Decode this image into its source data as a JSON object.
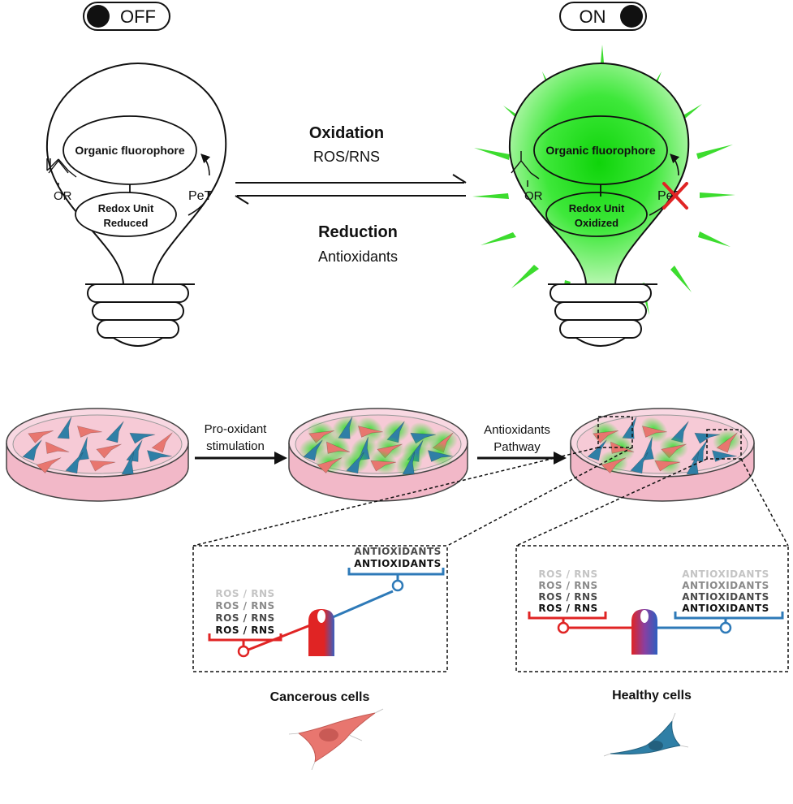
{
  "switches": {
    "off_label": "OFF",
    "on_label": "ON"
  },
  "bulbs": {
    "fluorophore": "Organic fluorophore",
    "ester_group": "OR",
    "pet": "PeT",
    "left_redox_line1": "Redox Unit",
    "left_redox_line2": "Reduced",
    "right_redox_line1": "Redox Unit",
    "right_redox_line2": "Oxidized"
  },
  "reaction": {
    "oxidation_title": "Oxidation",
    "oxidation_agent": "ROS/RNS",
    "reduction_title": "Reduction",
    "reduction_agent": "Antioxidants"
  },
  "dishes": {
    "step1_line1": "Pro-oxidant",
    "step1_line2": "stimulation",
    "step2_line1": "Antioxidants",
    "step2_line2": "Pathway"
  },
  "balances": {
    "ros_label": "ROS / RNS",
    "antioxidant_label": "ANTIOXIDANTS",
    "cancer_title": "Cancerous cells",
    "healthy_title": "Healthy cells"
  },
  "colors": {
    "glow": "#22e01e",
    "cancer": "#e8766f",
    "healthy": "#2f7fa6",
    "ros_bar": "#e02424",
    "anti_bar": "#2e7ab8",
    "dish": "#f4c9d6"
  }
}
